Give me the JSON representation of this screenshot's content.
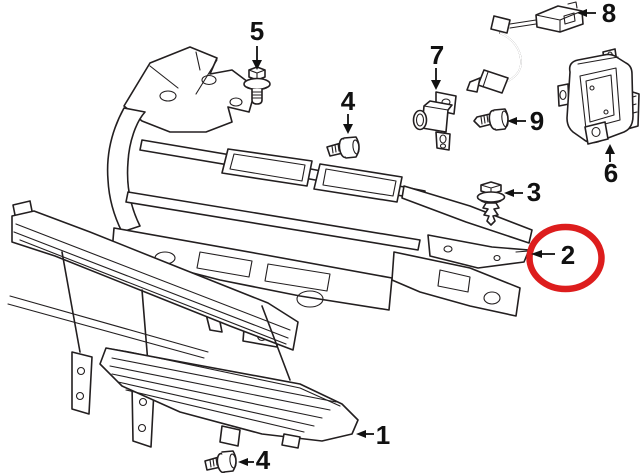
{
  "diagram": {
    "background_color": "#ffffff",
    "line_color": "#231f20",
    "highlight_color": "#dd1d1d"
  },
  "callouts": [
    {
      "label": "1"
    },
    {
      "label": "2"
    },
    {
      "label": "3"
    },
    {
      "label": "4"
    },
    {
      "label": "5"
    },
    {
      "label": "6"
    },
    {
      "label": "7"
    },
    {
      "label": "8"
    },
    {
      "label": "9"
    }
  ]
}
